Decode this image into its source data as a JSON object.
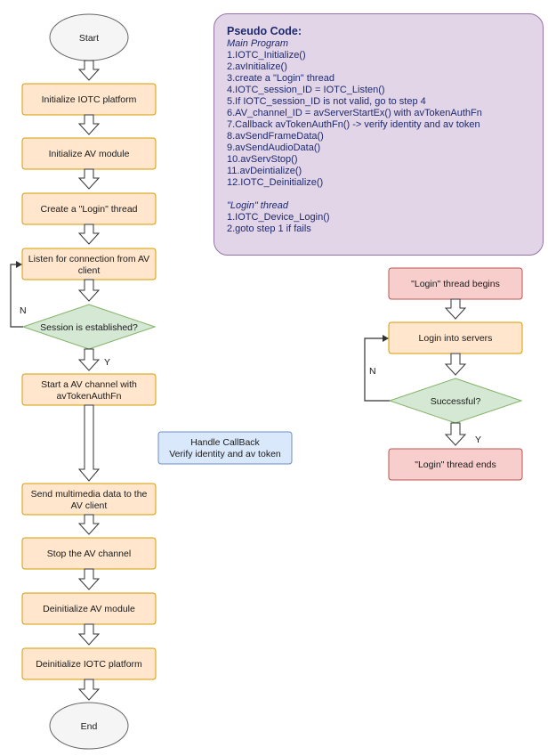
{
  "nodes": {
    "start": "Start",
    "init_iotc": "Initialize IOTC platform",
    "init_av": "Initialize AV module",
    "create_login": "Create a \"Login\" thread",
    "listen_1": "Listen for connection from AV",
    "listen_2": "client",
    "session_q": "Session is established?",
    "start_av_1": "Start a AV channel with",
    "start_av_2": "avTokenAuthFn",
    "callback_1": "Handle CallBack",
    "callback_2": "Verify identity and av token",
    "send_1": "Send multimedia data to the",
    "send_2": "AV client",
    "stop_av": "Stop the AV channel",
    "deinit_av": "Deinitialize AV module",
    "deinit_iotc": "Deinitialize IOTC platform",
    "end": "End",
    "login_begins": "\"Login\" thread begins",
    "login_servers": "Login into servers",
    "successful_q": "Successful?",
    "login_ends": "\"Login\" thread ends"
  },
  "edge_labels": {
    "main_no": "N",
    "main_yes": "Y",
    "login_no": "N",
    "login_yes": "Y"
  },
  "pseudo": {
    "title": "Pseudo Code",
    "title_suffix": ":",
    "main_heading": "Main Program",
    "main_lines": [
      "1.IOTC_Initialize()",
      "2.avInitialize()",
      "3.create a \"Login\" thread",
      "4.IOTC_session_ID = IOTC_Listen()",
      "5.If IOTC_session_ID is not valid, go to step 4",
      "6.AV_channel_ID = avServerStartEx() with avTokenAuthFn",
      "7.Callback avTokenAuthFn() -> verify identity and av token",
      "8.avSendFrameData()",
      "9.avSendAudioData()",
      "10.avServStop()",
      "11.avDeintialize()",
      "12.IOTC_Deinitialize()"
    ],
    "login_heading": "\"Login\" thread",
    "login_lines": [
      "1.IOTC_Device_Login()",
      "2.goto step 1 if fails"
    ]
  },
  "colors": {
    "terminal_fill": "#f5f5f5",
    "terminal_stroke": "#666666",
    "process_fill": "#ffe6cc",
    "process_stroke": "#d79b00",
    "decision_fill": "#d5e8d4",
    "decision_stroke": "#82b366",
    "callback_fill": "#dae8fc",
    "callback_stroke": "#6c8ebf",
    "login_terminal_fill": "#f8cecc",
    "login_terminal_stroke": "#b85450",
    "pseudo_fill": "#e1d5e7",
    "pseudo_stroke": "#9673a6",
    "pseudo_text": "#1f2a6e"
  }
}
